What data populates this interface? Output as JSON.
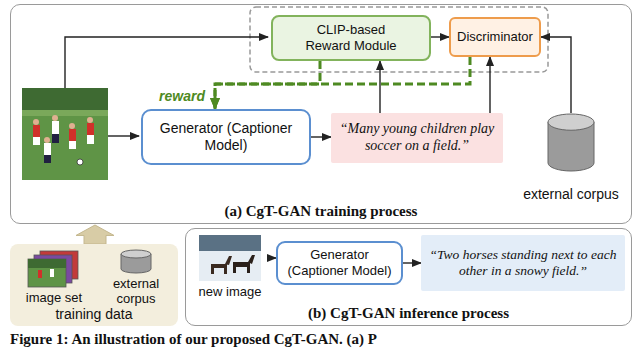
{
  "diagram": {
    "caption": "Figure 1: An illustration of our proposed CgT-GAN. (a) P",
    "nodes": [
      {
        "text": [
          "(a) CgT-GAN training process"
        ]
      },
      {
        "text": [
          "CLIP-based Reward Module"
        ],
        "in": 0
      },
      {
        "text": [
          "Discriminator"
        ],
        "in": 0
      },
      {
        "text": [
          "Generator (Captioner Model)"
        ],
        "in": 0
      },
      {
        "text": [
          "“Many young children play soccer on a field.”"
        ],
        "in": 0
      },
      {
        "text": [
          "external corpus"
        ],
        "in": 0
      },
      {
        "text": [
          "training data"
        ]
      },
      {
        "text": [
          "image set"
        ],
        "in": 6
      },
      {
        "text": [
          "external corpus"
        ],
        "in": 6
      },
      {
        "text": [
          "(b) CgT-GAN inference process"
        ]
      },
      {
        "text": [
          "new image"
        ],
        "in": 9
      },
      {
        "text": [
          "Generator (Captioner Model)"
        ],
        "in": 9
      },
      {
        "text": [
          "“Two horses standing next to each other in a snowy field.”"
        ],
        "in": 9
      }
    ],
    "edges": [
      {
        "from": 3,
        "to": 4,
        "arrow": "to"
      },
      {
        "from": 4,
        "to": 2,
        "arrow": "to"
      },
      {
        "from": 4,
        "to": 1,
        "arrow": "to"
      },
      {
        "from": 5,
        "to": 2,
        "arrow": "to"
      },
      {
        "from": 1,
        "to": 2,
        "arrow": "to"
      },
      {
        "from": 1,
        "to": 3,
        "label": "reward",
        "arrow": "to"
      },
      {
        "from": 2,
        "to": 3,
        "arrow": "to"
      },
      {
        "from": 6,
        "to": 0,
        "arrow": "to"
      },
      {
        "from": 10,
        "to": 11,
        "arrow": "to"
      },
      {
        "from": 11,
        "to": 12,
        "arrow": "to"
      }
    ]
  }
}
